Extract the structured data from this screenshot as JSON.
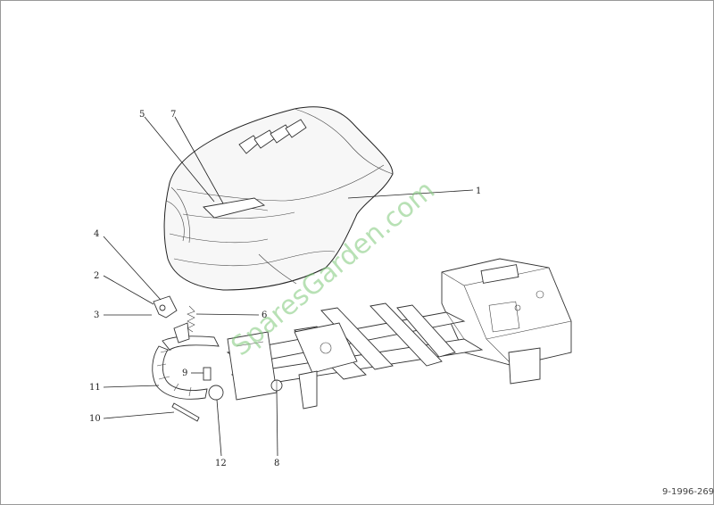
{
  "diagram": {
    "callouts": [
      "1",
      "2",
      "3",
      "4",
      "5",
      "6",
      "7",
      "8",
      "9",
      "10",
      "11",
      "12"
    ],
    "reference": "9-1996-269",
    "watermark": "SparesGarden.com"
  }
}
